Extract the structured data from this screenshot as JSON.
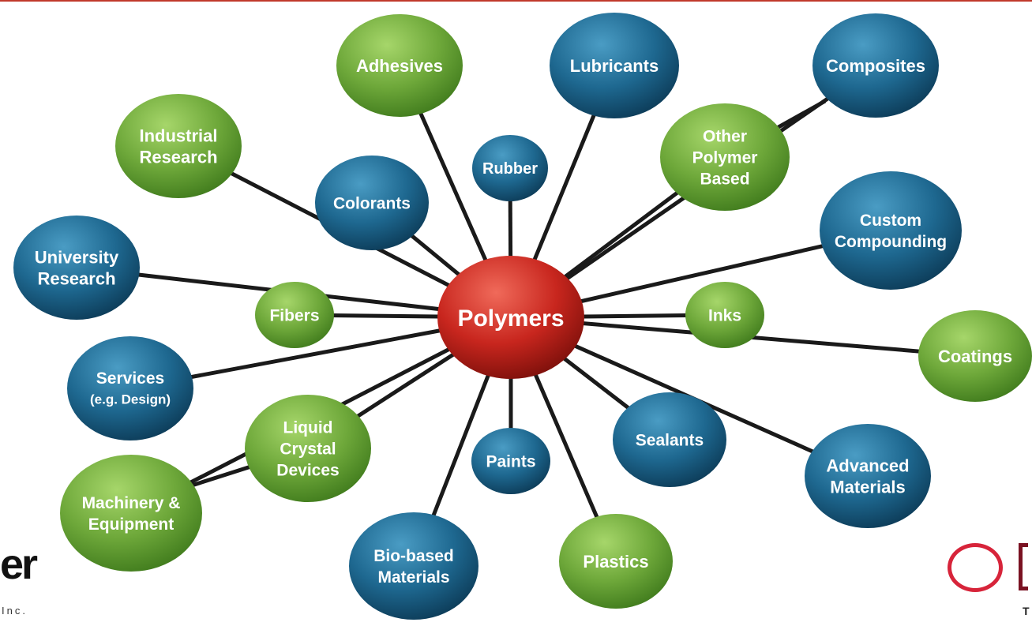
{
  "center": {
    "label": "Polymers",
    "color": "#c8261e"
  },
  "colors": {
    "blue": "#1e6890",
    "green": "#6ea83a",
    "connector": "#1a1a1a",
    "center": "#c8261e"
  },
  "nodes": [
    {
      "id": "adhesives",
      "lines": [
        "Adhesives"
      ],
      "color": "green"
    },
    {
      "id": "lubricants",
      "lines": [
        "Lubricants"
      ],
      "color": "blue"
    },
    {
      "id": "composites",
      "lines": [
        "Composites"
      ],
      "color": "blue"
    },
    {
      "id": "industrial-research",
      "lines": [
        "Industrial",
        "Research"
      ],
      "color": "green"
    },
    {
      "id": "rubber",
      "lines": [
        "Rubber"
      ],
      "color": "blue"
    },
    {
      "id": "other-polymer-based",
      "lines": [
        "Other",
        "Polymer",
        "Based"
      ],
      "color": "green"
    },
    {
      "id": "colorants",
      "lines": [
        "Colorants"
      ],
      "color": "blue"
    },
    {
      "id": "custom-compounding",
      "lines": [
        "Custom",
        "Compounding"
      ],
      "color": "blue"
    },
    {
      "id": "university-research",
      "lines": [
        "University",
        "Research"
      ],
      "color": "blue"
    },
    {
      "id": "fibers",
      "lines": [
        "Fibers"
      ],
      "color": "green"
    },
    {
      "id": "inks",
      "lines": [
        "Inks"
      ],
      "color": "green"
    },
    {
      "id": "coatings",
      "lines": [
        "Coatings"
      ],
      "color": "green"
    },
    {
      "id": "services",
      "lines": [
        "Services",
        "(e.g. Design)"
      ],
      "color": "blue"
    },
    {
      "id": "liquid-crystal-devices",
      "lines": [
        "Liquid",
        "Crystal",
        "Devices"
      ],
      "color": "green"
    },
    {
      "id": "sealants",
      "lines": [
        "Sealants"
      ],
      "color": "blue"
    },
    {
      "id": "paints",
      "lines": [
        "Paints"
      ],
      "color": "blue"
    },
    {
      "id": "advanced-materials",
      "lines": [
        "Advanced",
        "Materials"
      ],
      "color": "blue"
    },
    {
      "id": "machinery-equipment",
      "lines": [
        "Machinery &",
        "Equipment"
      ],
      "color": "green"
    },
    {
      "id": "bio-based-materials",
      "lines": [
        "Bio-based",
        "Materials"
      ],
      "color": "blue"
    },
    {
      "id": "plastics",
      "lines": [
        "Plastics"
      ],
      "color": "green"
    }
  ],
  "logos": {
    "left_mark": "er",
    "left_sub": "Inc.",
    "right_letter": "T"
  }
}
